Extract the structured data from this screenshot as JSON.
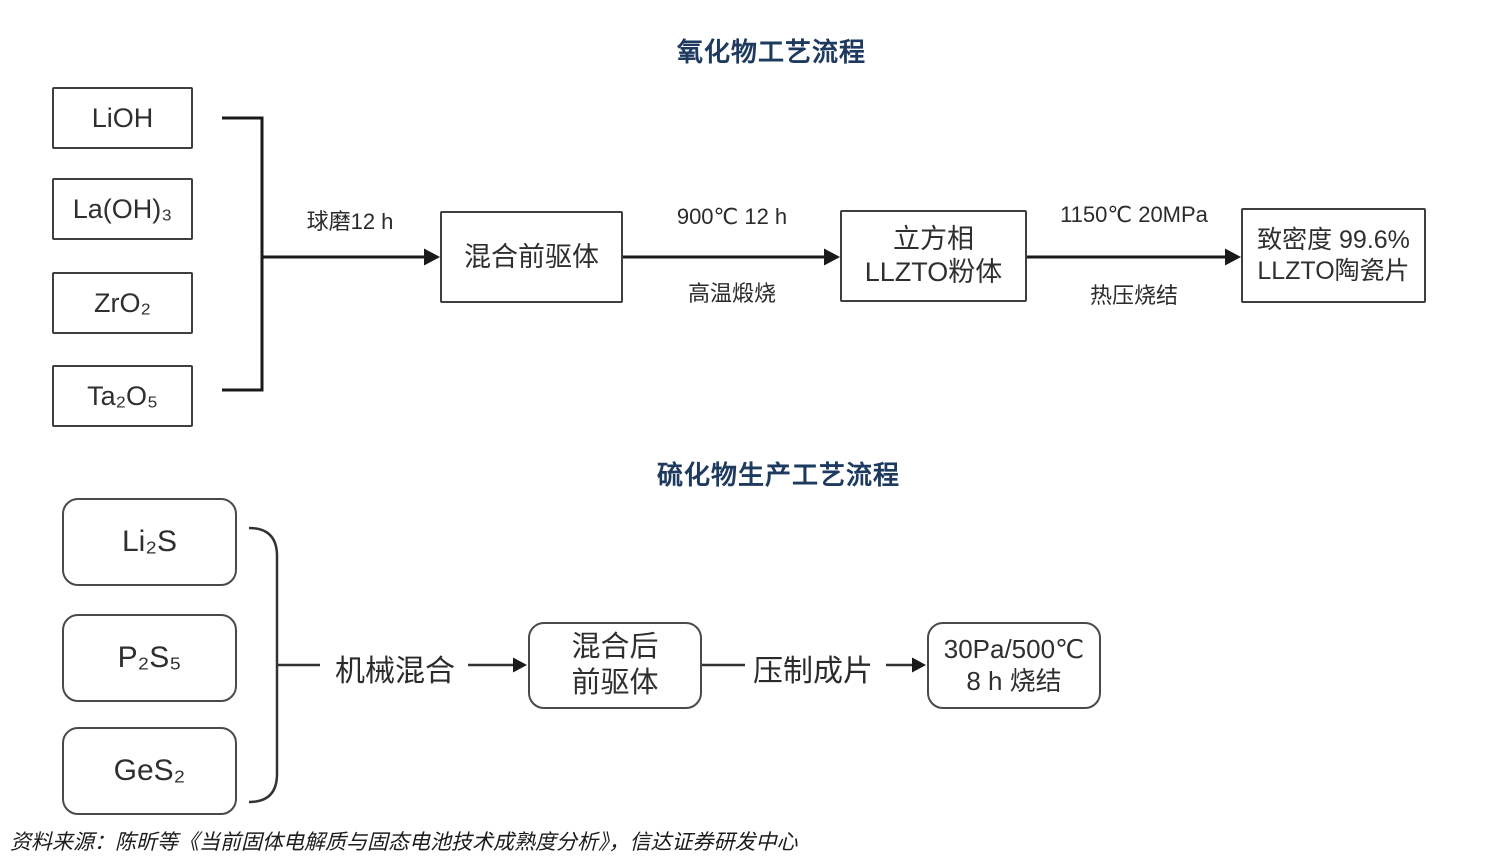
{
  "flow1": {
    "title": "氧化物工艺流程",
    "inputs": [
      "LiOH",
      "La(OH)₃",
      "ZrO₂",
      "Ta₂O₅"
    ],
    "step1_top": "球磨12 h",
    "box_precursor": "混合前驱体",
    "step2_top": "900℃ 12 h",
    "step2_bottom": "高温煅烧",
    "box_powder_line1": "立方相",
    "box_powder_line2": "LLZTO粉体",
    "step3_top": "1150℃ 20MPa",
    "step3_bottom": "热压烧结",
    "box_ceramic_line1": "致密度 99.6%",
    "box_ceramic_line2": "LLZTO陶瓷片"
  },
  "flow2": {
    "title": "硫化物生产工艺流程",
    "inputs": [
      "Li₂S",
      "P₂S₅",
      "GeS₂"
    ],
    "step1_label": "机械混合",
    "box_precursor_line1": "混合后",
    "box_precursor_line2": "前驱体",
    "step2_label": "压制成片",
    "box_sinter_line1": "30Pa/500℃",
    "box_sinter_line2": "8 h 烧结"
  },
  "footer": {
    "source": "资料来源：陈昕等《当前固体电解质与固态电池技术成熟度分析》，信达证券研发中心"
  },
  "colors": {
    "title_navy": "#1e3a5f",
    "line_black": "#1a1a1a",
    "box_border_gray": "#3f3f3f"
  }
}
